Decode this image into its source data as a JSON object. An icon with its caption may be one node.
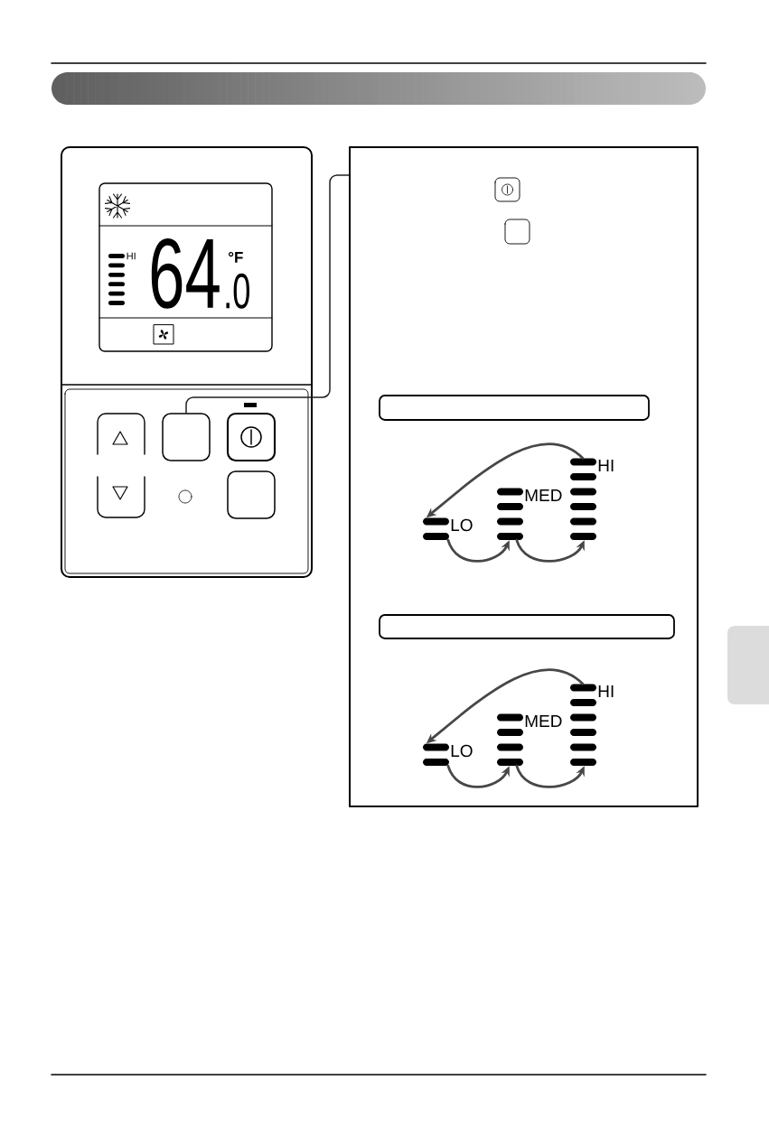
{
  "diagram": {
    "nodes": [
      {
        "text": [],
        "shape": "box"
      },
      {
        "text": [],
        "shape": "box"
      },
      {
        "text": [],
        "shape": "box"
      },
      {
        "text": [],
        "shape": "box"
      },
      {
        "text": [],
        "shape": "box",
        "in": 3
      },
      {
        "text": [
          "LO"
        ],
        "in": 3
      },
      {
        "text": [
          "MED"
        ],
        "in": 3
      },
      {
        "text": [
          "HI"
        ],
        "in": 3
      },
      {
        "text": [],
        "shape": "box",
        "in": 3
      },
      {
        "text": [
          "LO"
        ],
        "in": 3
      },
      {
        "text": [
          "MED"
        ],
        "in": 3
      },
      {
        "text": [
          "HI"
        ],
        "in": 3
      }
    ],
    "edges": [
      {
        "from": 3,
        "to": 0,
        "arrow": "none",
        "color": "#231f20"
      },
      {
        "from": 5,
        "to": 6,
        "arrow": "to"
      },
      {
        "from": 6,
        "to": 7,
        "arrow": "to"
      },
      {
        "from": 7,
        "to": 5,
        "arrow": "to"
      },
      {
        "from": 9,
        "to": 10,
        "arrow": "to"
      },
      {
        "from": 10,
        "to": 11,
        "arrow": "to"
      },
      {
        "from": 11,
        "to": 9,
        "arrow": "to"
      }
    ],
    "labels": [
      "HI",
      "64",
      ".0",
      "°F"
    ]
  }
}
